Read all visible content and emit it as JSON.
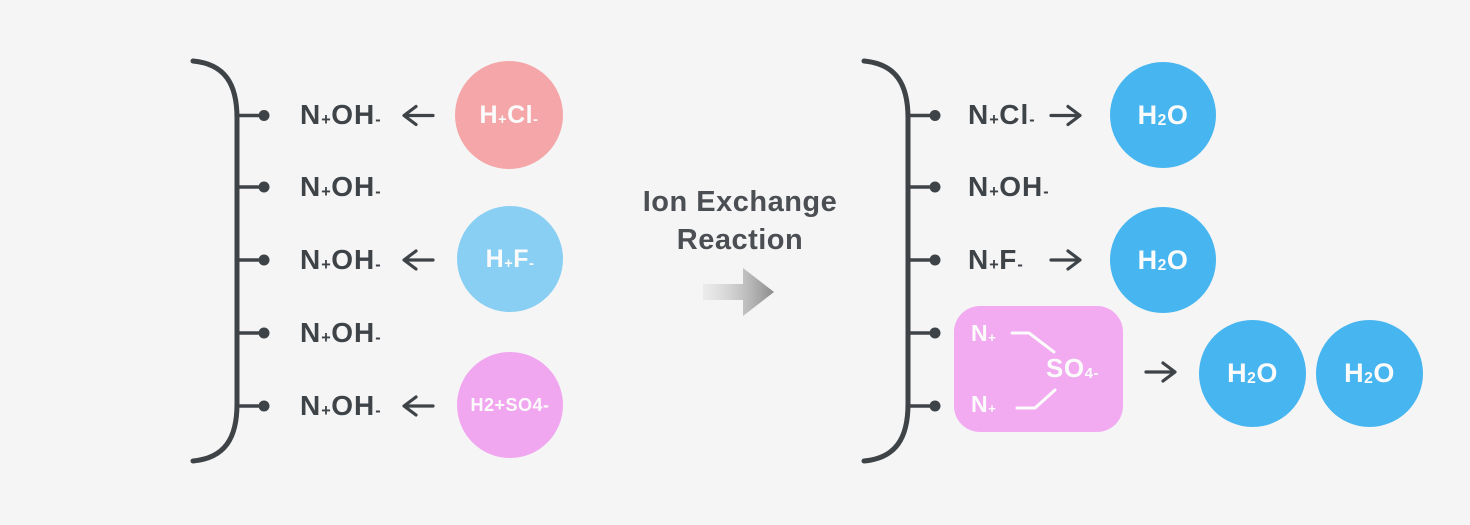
{
  "title": {
    "line1": "Ion Exchange",
    "line2": "Reaction"
  },
  "colors": {
    "background": "#F5F5F6",
    "ink": "#3E4348",
    "title_text": "#4B4E53",
    "salmon": "#F4A6A8",
    "sky_blue": "#89CFF4",
    "orchid": "#F1A7EF",
    "water_blue": "#47B6F0",
    "circle_text": "#FBFBFB"
  },
  "left_panel": {
    "rows": [
      {
        "site": "N+OH-",
        "incoming": "H+Cl-",
        "incoming_color": "salmon"
      },
      {
        "site": "N+OH-"
      },
      {
        "site": "N+OH-",
        "incoming": "H+F-",
        "incoming_color": "sky_blue"
      },
      {
        "site": "N+OH-"
      },
      {
        "site": "N+OH-",
        "incoming": "H2+SO4-",
        "incoming_color": "orchid"
      }
    ]
  },
  "right_panel": {
    "rows": [
      {
        "site": "N+Cl-",
        "product": "H2O",
        "product_color": "water_blue"
      },
      {
        "site": "N+OH-"
      },
      {
        "site": "N+F-",
        "product": "H2O",
        "product_color": "water_blue"
      }
    ],
    "sulfate_complex": {
      "cation_top": "N+",
      "cation_bottom": "N+",
      "anion": "SO4-",
      "product_1": "H2O",
      "product_2": "H2O"
    }
  }
}
